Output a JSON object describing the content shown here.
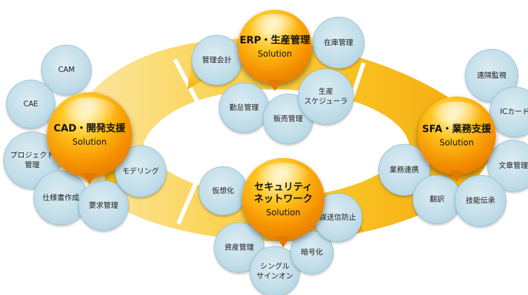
{
  "hubs": {
    "erp": {
      "title": "ERP・生産管理",
      "subtitle": "Solution"
    },
    "cad": {
      "title": "CAD・開発支援",
      "subtitle": "Solution"
    },
    "sfa": {
      "title": "SFA・業務支援",
      "subtitle": "Solution"
    },
    "security": {
      "title": "セキュリティ\nネットワーク",
      "subtitle": "Solution"
    }
  },
  "satellites": {
    "erp": [
      "管理会計",
      "在庫管理",
      "勤怠管理",
      "販売管理",
      "生産\nスケジューラ"
    ],
    "cad": [
      "CAM",
      "CAE",
      "プロジェクト\n管理",
      "仕様書作成",
      "要求管理",
      "モデリング"
    ],
    "sfa": [
      "遠隔監視",
      "ICカード",
      "文章管理",
      "業務連携",
      "翻訳",
      "技能伝承"
    ],
    "security": [
      "仮想化",
      "資産管理",
      "シングル\nサインオン",
      "暗号化",
      "誤送信防止"
    ]
  },
  "colors": {
    "ring_light": "#fde89a",
    "ring_mid": "#f9c21c",
    "ring_dark": "#ef9f00",
    "hub_orange": "#f59100",
    "bubble_blue": "#c2dee9"
  }
}
